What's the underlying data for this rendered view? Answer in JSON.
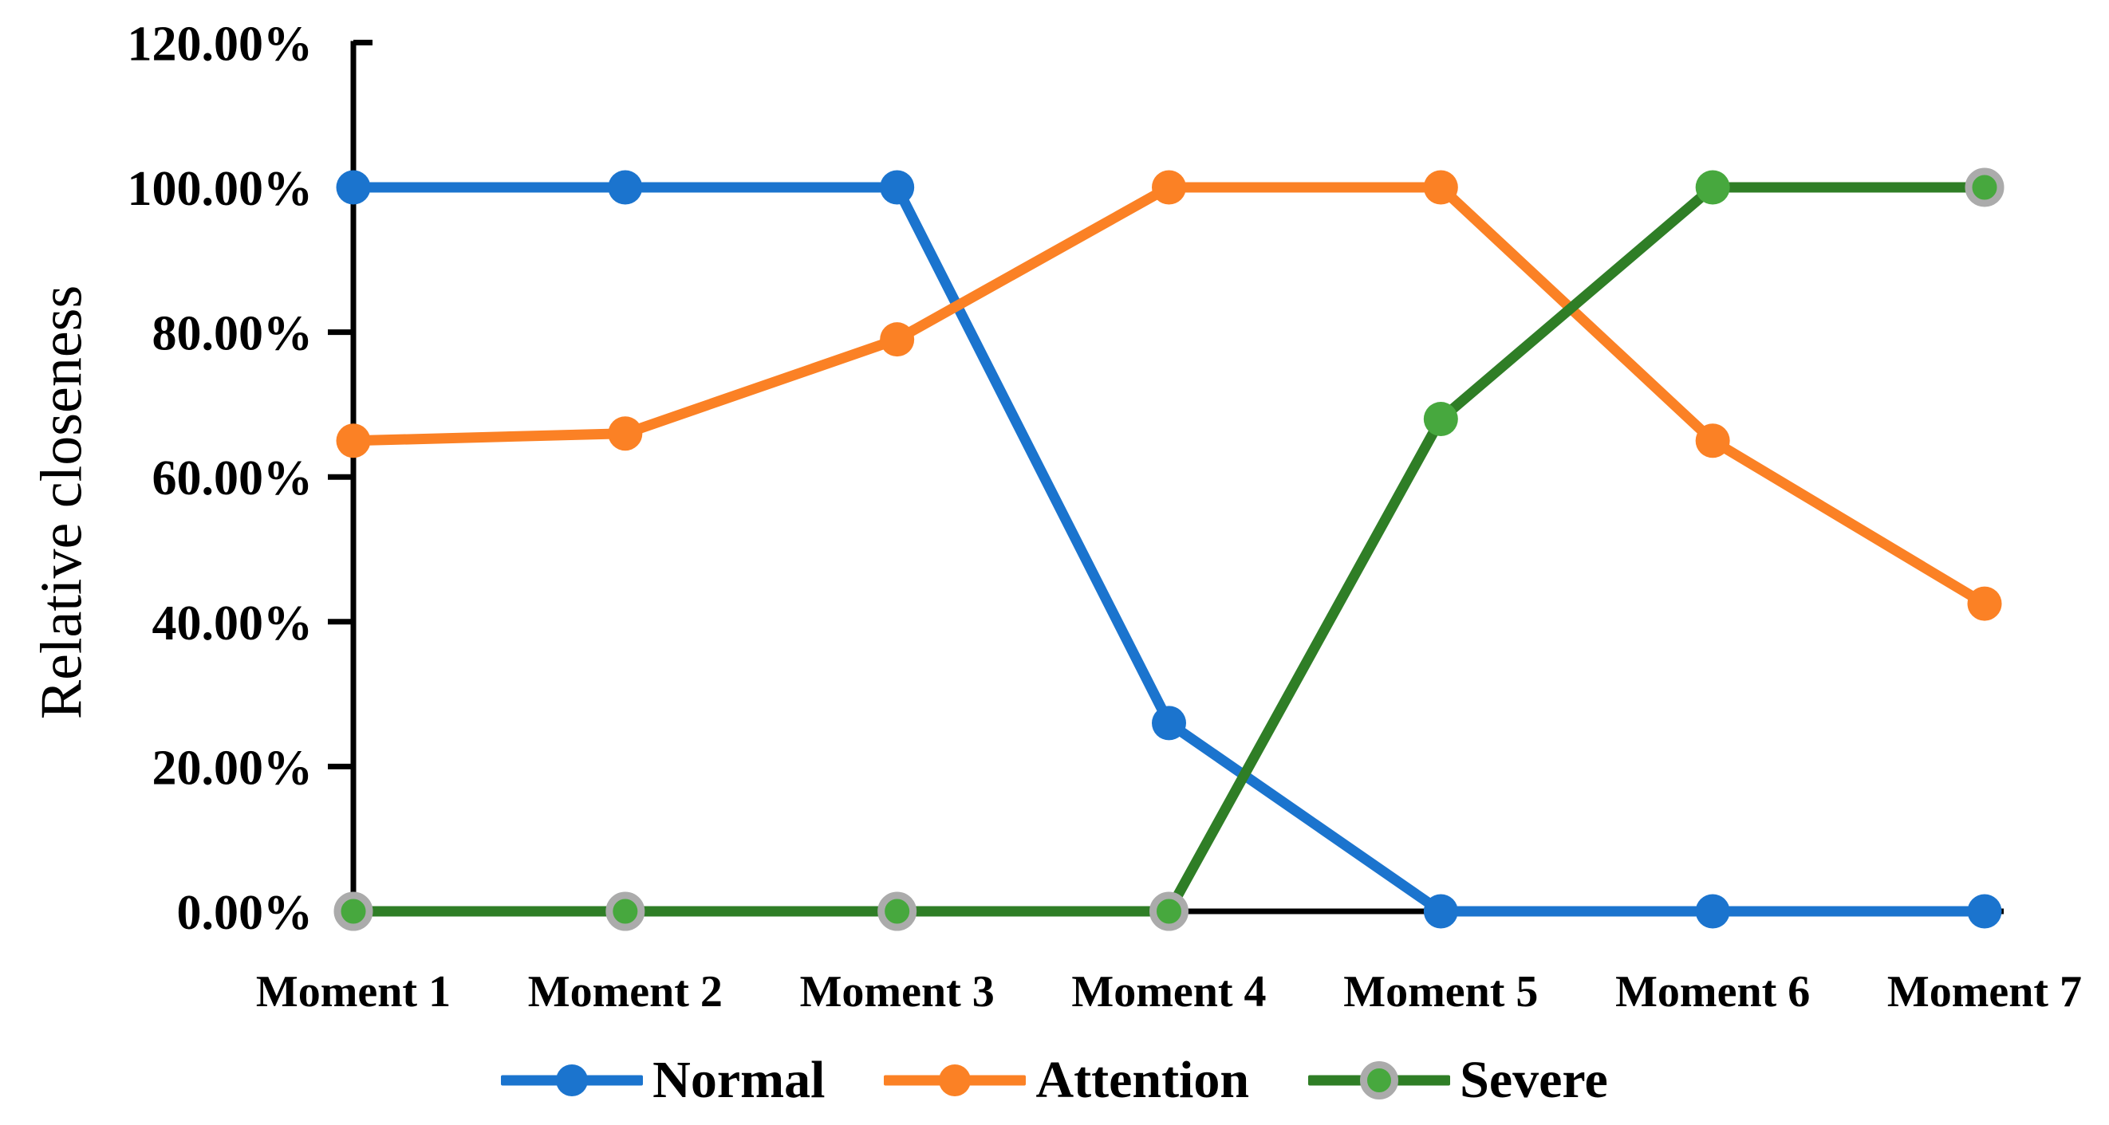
{
  "figure": {
    "background": "#FFFFFF",
    "axis_color": "#000000"
  },
  "chart_data": {
    "type": "line",
    "title": "",
    "xlabel": "",
    "ylabel": "Relative closeness",
    "categories": [
      "Moment 1",
      "Moment 2",
      "Moment 3",
      "Moment 4",
      "Moment 5",
      "Moment 6",
      "Moment 7"
    ],
    "y_tick_labels": [
      "0.00%",
      "20.00%",
      "40.00%",
      "60.00%",
      "80.00%",
      "100.00%",
      "120.00%"
    ],
    "y_tick_values": [
      0,
      20,
      40,
      60,
      80,
      100,
      120
    ],
    "ylim": [
      0,
      120
    ],
    "grid": false,
    "legend_position": "bottom-center",
    "series": [
      {
        "name": "Normal",
        "color": "#1B74CE",
        "marker": "circle",
        "values": [
          100,
          100,
          100,
          26,
          0,
          0,
          0
        ]
      },
      {
        "name": "Attention",
        "color": "#FB8125",
        "marker": "circle",
        "values": [
          65,
          66,
          79,
          100,
          100,
          65,
          42.5
        ]
      },
      {
        "name": "Severe",
        "color": "#2F7E26",
        "marker": "circle",
        "marker_fill": "#47A83E",
        "marker_ring": "#ABABAB",
        "ringed_points": [
          true,
          true,
          true,
          true,
          false,
          false,
          true
        ],
        "values": [
          0,
          0,
          0,
          0,
          68,
          100,
          100
        ]
      }
    ]
  }
}
